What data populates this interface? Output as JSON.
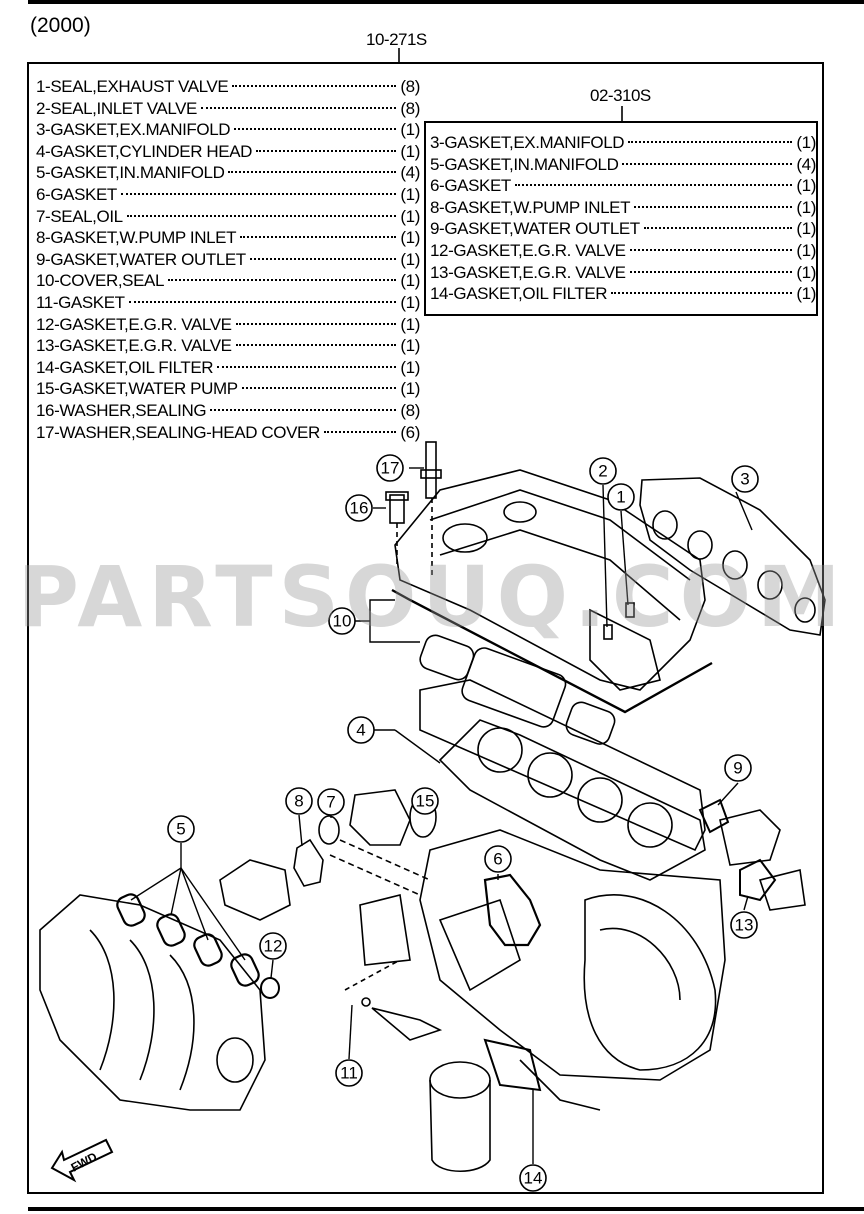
{
  "header": {
    "year": "(2000)"
  },
  "kits": {
    "main": {
      "code": "10-271S",
      "items": [
        {
          "name": "1-SEAL,EXHAUST VALVE",
          "qty": "(8)"
        },
        {
          "name": "2-SEAL,INLET VALVE",
          "qty": "(8)"
        },
        {
          "name": "3-GASKET,EX.MANIFOLD",
          "qty": "(1)"
        },
        {
          "name": "4-GASKET,CYLINDER HEAD",
          "qty": "(1)"
        },
        {
          "name": "5-GASKET,IN.MANIFOLD",
          "qty": "(4)"
        },
        {
          "name": "6-GASKET",
          "qty": "(1)"
        },
        {
          "name": "7-SEAL,OIL",
          "qty": "(1)"
        },
        {
          "name": "8-GASKET,W.PUMP INLET",
          "qty": "(1)"
        },
        {
          "name": "9-GASKET,WATER OUTLET",
          "qty": "(1)"
        },
        {
          "name": "10-COVER,SEAL",
          "qty": "(1)"
        },
        {
          "name": "11-GASKET",
          "qty": "(1)"
        },
        {
          "name": "12-GASKET,E.G.R. VALVE",
          "qty": "(1)"
        },
        {
          "name": "13-GASKET,E.G.R. VALVE",
          "qty": "(1)"
        },
        {
          "name": "14-GASKET,OIL FILTER",
          "qty": "(1)"
        },
        {
          "name": "15-GASKET,WATER PUMP",
          "qty": "(1)"
        },
        {
          "name": "16-WASHER,SEALING",
          "qty": "(8)"
        },
        {
          "name": "17-WASHER,SEALING-HEAD COVER",
          "qty": "(6)"
        }
      ]
    },
    "sub": {
      "code": "02-310S",
      "items": [
        {
          "name": "3-GASKET,EX.MANIFOLD",
          "qty": "(1)"
        },
        {
          "name": "5-GASKET,IN.MANIFOLD",
          "qty": "(4)"
        },
        {
          "name": "6-GASKET",
          "qty": "(1)"
        },
        {
          "name": "8-GASKET,W.PUMP INLET",
          "qty": "(1)"
        },
        {
          "name": "9-GASKET,WATER OUTLET",
          "qty": "(1)"
        },
        {
          "name": "12-GASKET,E.G.R. VALVE",
          "qty": "(1)"
        },
        {
          "name": "13-GASKET,E.G.R. VALVE",
          "qty": "(1)"
        },
        {
          "name": "14-GASKET,OIL FILTER",
          "qty": "(1)"
        }
      ]
    }
  },
  "diagram": {
    "callouts": [
      "1",
      "2",
      "3",
      "4",
      "5",
      "6",
      "7",
      "8",
      "9",
      "10",
      "11",
      "12",
      "13",
      "14",
      "15",
      "16",
      "17"
    ],
    "fwd_label": "FWD"
  },
  "watermark": "PARTSOUQ.COM"
}
